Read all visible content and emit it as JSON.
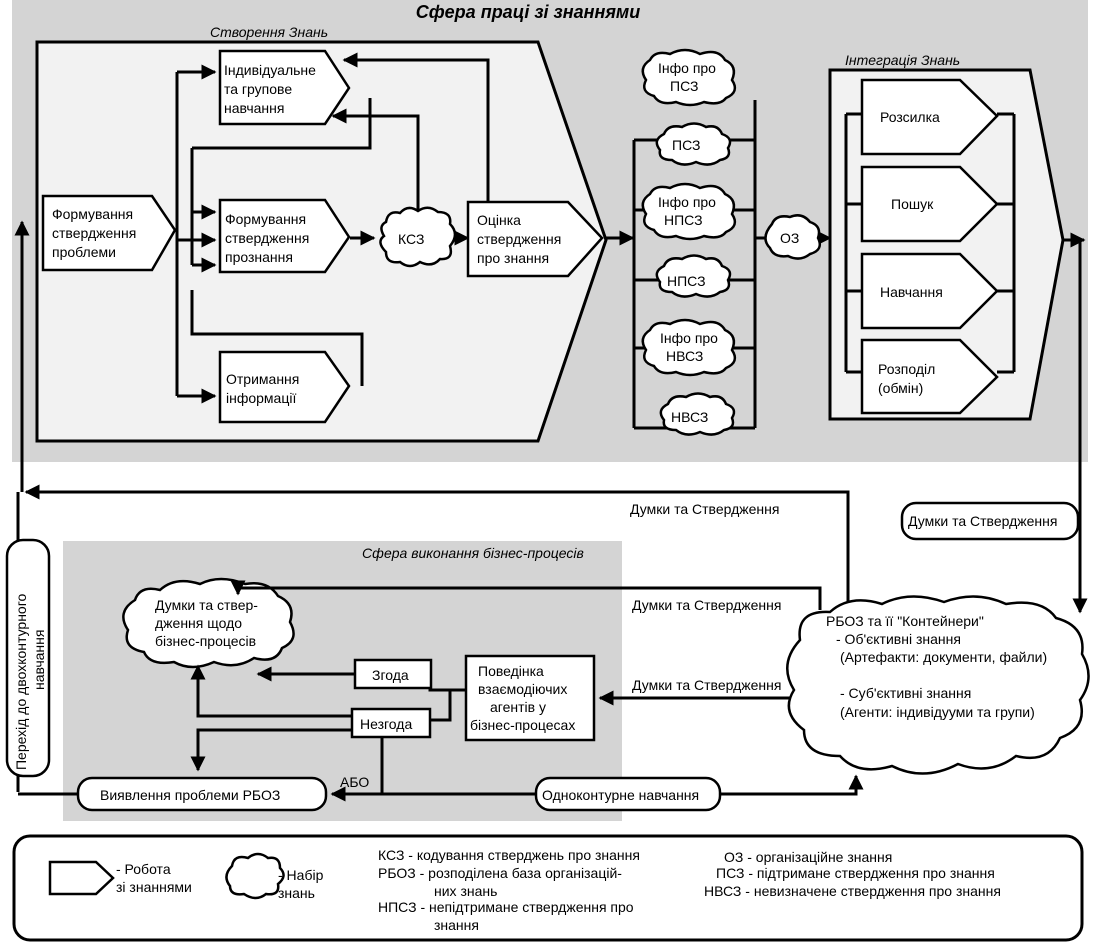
{
  "title": "Сфера праці зі знаннями",
  "creation": {
    "label": "Створення Знань",
    "formulation": [
      "Формування",
      "ствердження",
      "проблеми"
    ],
    "learning": [
      "Індивідуальне",
      "та групове",
      "навчання"
    ],
    "claim": [
      "Формування",
      "ствердження",
      "прознання"
    ],
    "info": [
      "Отримання",
      "інформації"
    ],
    "ksz": "КСЗ",
    "evaluation": [
      "Оцінка",
      "ствердження",
      "про знання"
    ]
  },
  "clouds": {
    "info_psz": [
      "Інфо про",
      "ПСЗ"
    ],
    "psz": "ПСЗ",
    "info_npsz": [
      "Інфо про",
      "НПСЗ"
    ],
    "npsz": "НПСЗ",
    "info_nvsz": [
      "Інфо про",
      "НВСЗ"
    ],
    "nvsz": "НВСЗ",
    "oz": "ОЗ"
  },
  "integration": {
    "label": "Інтеграція Знань",
    "items": [
      "Розсилка",
      "Пошук",
      "Навчання"
    ],
    "distribution": [
      "Розподіл",
      "(обмін)"
    ]
  },
  "flows": {
    "thoughts_top": "Думки та Ствердження",
    "thoughts_box": "Думки та Ствердження",
    "thoughts_mid": "Думки та Ствердження",
    "thoughts_low": "Думки та Ствердження",
    "double_loop": [
      "Перехід до двохконтурного",
      "навчання"
    ],
    "single_loop": "Одноконтурне навчання",
    "or": "АБО"
  },
  "business": {
    "label": "Сфера виконання бізнес-процесів",
    "cloud": [
      "Думки та ствер-",
      "дження щодо",
      "бізнес-процесів"
    ],
    "agree": "Згода",
    "disagree": "Незгода",
    "behavior": [
      "Поведінка",
      "взаємодіючих",
      "агентів у",
      "бізнес-процесах"
    ],
    "problem": "Виявлення проблеми РБОЗ"
  },
  "rboz": {
    "title": "РБОЗ та її \"Контейнери\"",
    "objective": "- Об'єктивні знання",
    "objective_detail": "(Артефакти: документи, файли)",
    "subjective": "- Суб'єктивні знання",
    "subjective_detail": "(Агенти: індивідууми та групи)"
  },
  "legend": {
    "work": [
      "- Робота",
      "зі знаннями"
    ],
    "set": [
      "- Набір",
      "знань"
    ],
    "ksz": "КСЗ    - кодування стверджень про знання",
    "rboz1": "РБОЗ - розподілена база організацій-",
    "rboz2": "них знань",
    "npsz1": "НПСЗ - непідтримане ствердження про",
    "npsz2": "знання",
    "oz": "ОЗ - організаційне знання",
    "psz": "ПСЗ - підтримане ствердження про знання",
    "nvsz": "НВСЗ - невизначене ствердження про знання"
  }
}
